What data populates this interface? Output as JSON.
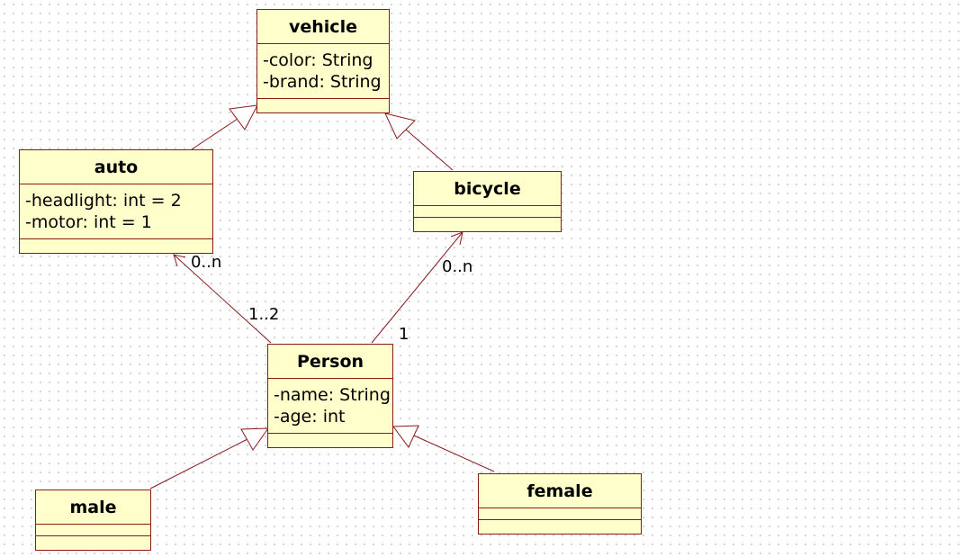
{
  "colors": {
    "class_fill": "#ffffcc",
    "class_border": "#8b1a1a",
    "link": "#8b1a1a"
  },
  "classes": {
    "vehicle": {
      "name": "vehicle",
      "attributes": [
        "-color: String",
        "-brand: String"
      ]
    },
    "auto": {
      "name": "auto",
      "attributes": [
        "-headlight: int = 2",
        "-motor: int = 1"
      ]
    },
    "bicycle": {
      "name": "bicycle",
      "attributes": []
    },
    "person": {
      "name": "Person",
      "attributes": [
        "-name: String",
        "-age: int"
      ]
    },
    "male": {
      "name": "male",
      "attributes": []
    },
    "female": {
      "name": "female",
      "attributes": []
    }
  },
  "relations": {
    "generalizations": [
      {
        "from": "auto",
        "to": "vehicle"
      },
      {
        "from": "bicycle",
        "to": "vehicle"
      },
      {
        "from": "male",
        "to": "person"
      },
      {
        "from": "female",
        "to": "person"
      }
    ],
    "associations": [
      {
        "from": "person",
        "to": "auto",
        "source_multiplicity": "1..2",
        "target_multiplicity": "0..n"
      },
      {
        "from": "person",
        "to": "bicycle",
        "source_multiplicity": "1",
        "target_multiplicity": "0..n"
      }
    ]
  }
}
